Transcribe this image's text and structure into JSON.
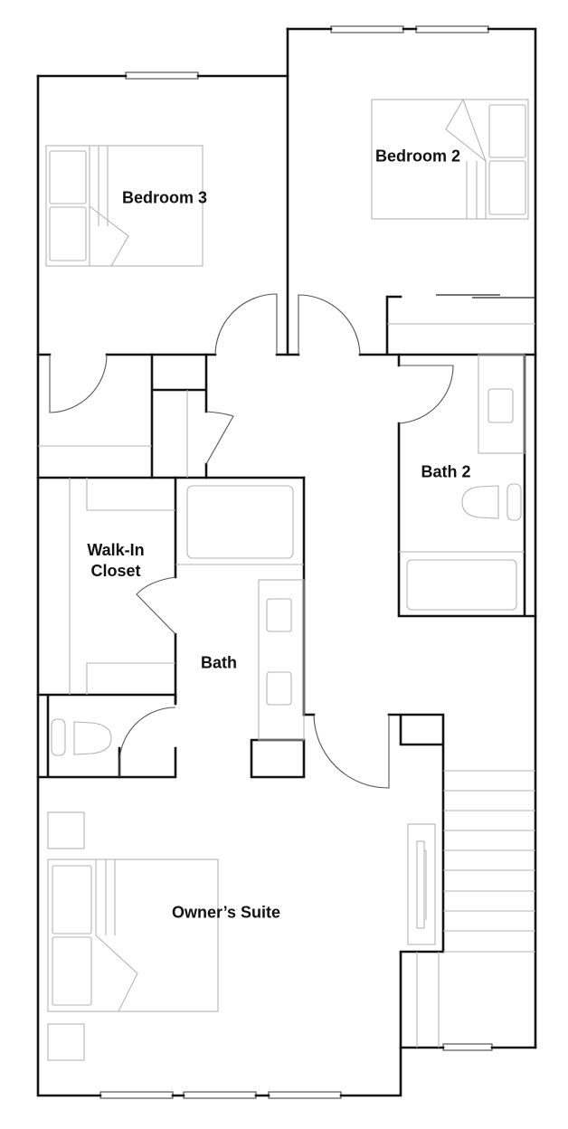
{
  "floor_plan": {
    "rooms": [
      {
        "id": "bedroom-3",
        "label": "Bedroom 3"
      },
      {
        "id": "bedroom-2",
        "label": "Bedroom 2"
      },
      {
        "id": "bath-2",
        "label": "Bath 2"
      },
      {
        "id": "walk-in-closet",
        "label": "Walk-In\nCloset"
      },
      {
        "id": "bath",
        "label": "Bath"
      },
      {
        "id": "owners-suite",
        "label": "Owner’s Suite"
      }
    ],
    "colors": {
      "wall": "#111111",
      "fixture": "#b3b3b3",
      "door_swing": "#555555",
      "background": "#ffffff",
      "label": "#111111"
    }
  }
}
